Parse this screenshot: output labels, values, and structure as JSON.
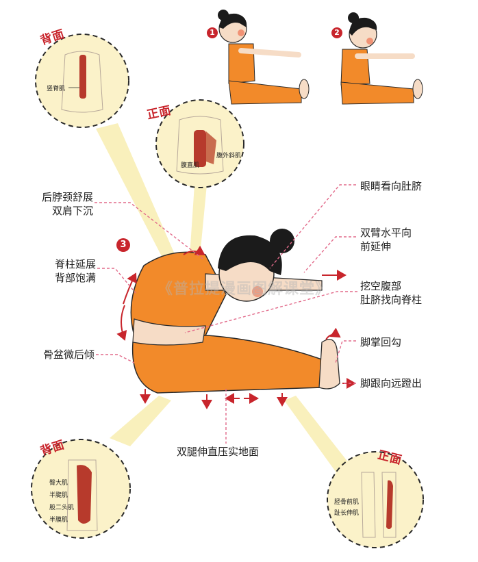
{
  "labels": {
    "neck": [
      "后脖颈舒展",
      "双肩下沉"
    ],
    "eyes": "眼睛看向肚脐",
    "arms": [
      "双臂水平向",
      "前延伸"
    ],
    "spine": [
      "脊柱延展",
      "背部饱满"
    ],
    "abs": [
      "挖空腹部",
      "肚脐找向脊柱"
    ],
    "pelvis": "骨盆微后倾",
    "feet_flex": "脚掌回勾",
    "heel": "脚跟向远蹬出",
    "legs": "双腿伸直压实地面"
  },
  "insets": {
    "back_top": {
      "tag": "背面",
      "muscles": [
        "竖脊肌"
      ]
    },
    "front_top": {
      "tag": "正面",
      "muscles": [
        "腹直肌",
        "腹外斜肌"
      ]
    },
    "back_bottom": {
      "tag": "背面",
      "muscles": [
        "臀大肌",
        "半腱肌",
        "股二头肌",
        "半膜肌"
      ]
    },
    "front_bottom": {
      "tag": "正面",
      "muscles": [
        "胫骨前肌",
        "趾长伸肌"
      ]
    }
  },
  "steps": [
    "1",
    "2",
    "3"
  ],
  "watermark": "《普拉提漫画图解课堂》",
  "colors": {
    "accent": "#c8252c",
    "shirt": "#f28a2a",
    "cream": "#fbf2c9",
    "skin": "#f6dcc6",
    "hair": "#1b1b1b",
    "guide": "#e26a8a"
  }
}
